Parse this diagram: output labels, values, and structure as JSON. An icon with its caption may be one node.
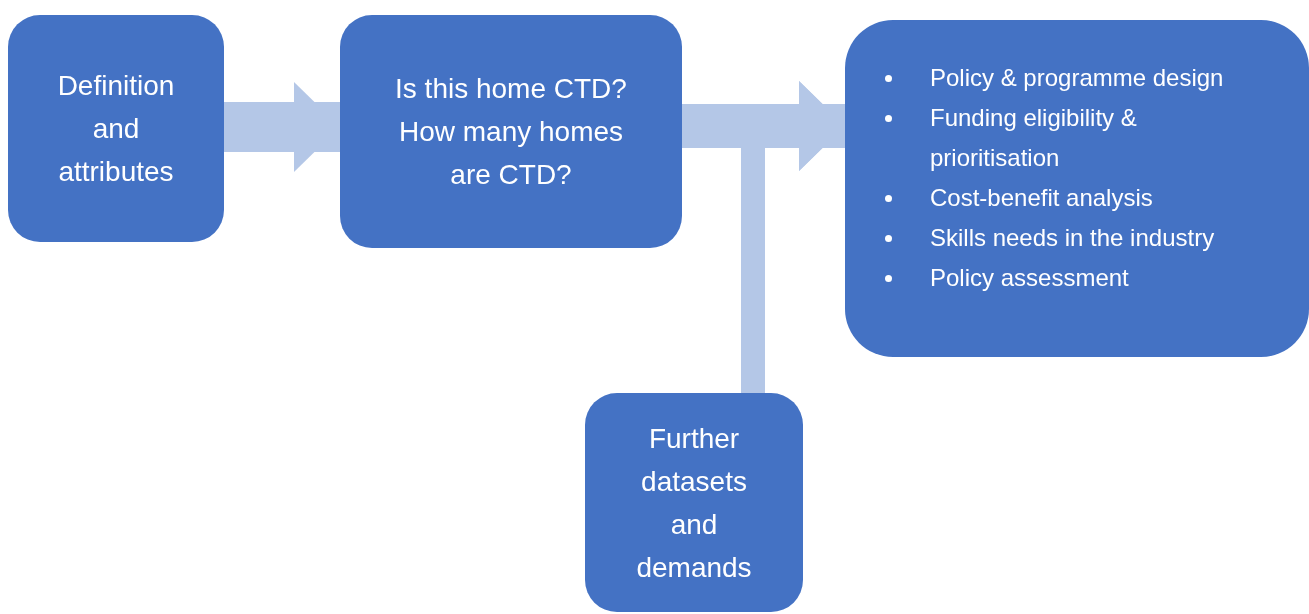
{
  "diagram": {
    "nodes": [
      {
        "text": [
          "Definition and attributes"
        ]
      },
      {
        "text": [
          "Is this home CTD?",
          "How many homes are CTD?"
        ]
      },
      {
        "text": [
          "Policy & programme design",
          "Funding eligibility & prioritisation",
          "Cost-benefit analysis",
          "Skills needs in the industry",
          "Policy assessment"
        ]
      },
      {
        "text": [
          "Further datasets and demands"
        ]
      }
    ],
    "edges": [
      {
        "from": 0,
        "to": 1,
        "arrow": "to"
      },
      {
        "from": 1,
        "to": 2,
        "arrow": "to"
      },
      {
        "from": 3,
        "to": 2,
        "arrow": "to"
      }
    ]
  }
}
